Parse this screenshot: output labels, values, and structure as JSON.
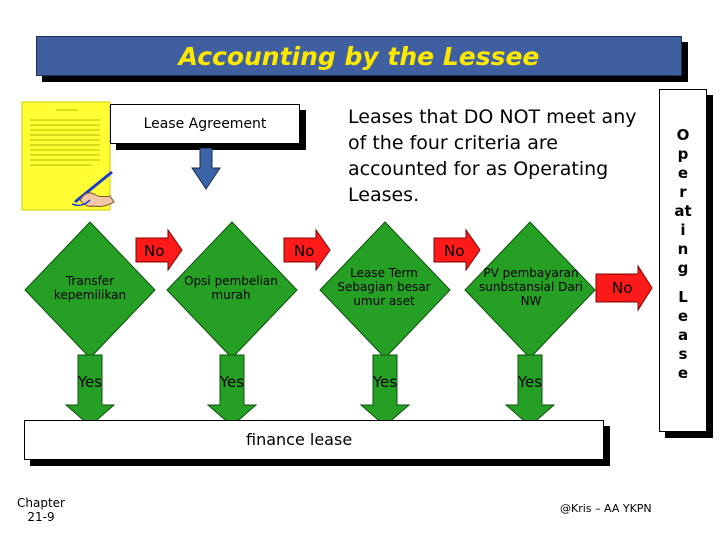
{
  "title": "Accounting by the Lessee",
  "lease_agreement_label": "Lease Agreement",
  "lead_text": "Leases that DO NOT meet any of the four criteria are accounted for as Operating Leases.",
  "criteria": [
    {
      "label": "Transfer kepemilikan",
      "no_label": "No",
      "yes_label": "Yes"
    },
    {
      "label": "Opsi pembelian murah",
      "no_label": "No",
      "yes_label": "Yes"
    },
    {
      "label": "Lease Term Sebagian besar umur aset",
      "no_label": "No",
      "yes_label": "Yes"
    },
    {
      "label": "PV pembayaran sunbstansial Dari NW",
      "no_label": "No",
      "yes_label": "Yes"
    }
  ],
  "finance_lease_label": "finance lease",
  "operating_lease_vertical": [
    "O",
    "p",
    "e",
    "r",
    "at",
    "i",
    "n",
    "g",
    "",
    "L",
    "e",
    "a",
    "s",
    "e"
  ],
  "chapter_label": "Chapter 21-9",
  "credit": "@Kris – AA YKPN",
  "colors": {
    "title_bg": "#3f5fa0",
    "title_text": "#ffe800",
    "diamond_fill": "#25a025",
    "arrow_fill": "#ff1a1a",
    "down_arrow_fill": "#3a64a6",
    "document_fill": "#ffff33"
  },
  "icons": {
    "document": "signed-document-icon",
    "down_arrow": "down-arrow-icon",
    "right_arrow": "right-arrow-icon"
  }
}
